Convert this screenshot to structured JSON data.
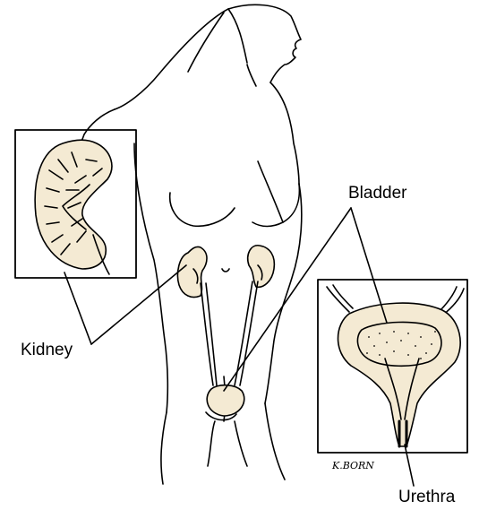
{
  "labels": {
    "bladder": "Bladder",
    "kidney": "Kidney",
    "urethra": "Urethra"
  },
  "signature": "K.BORN",
  "colors": {
    "organ_fill": "#f4ead3",
    "line": "#000000",
    "background": "#ffffff"
  }
}
